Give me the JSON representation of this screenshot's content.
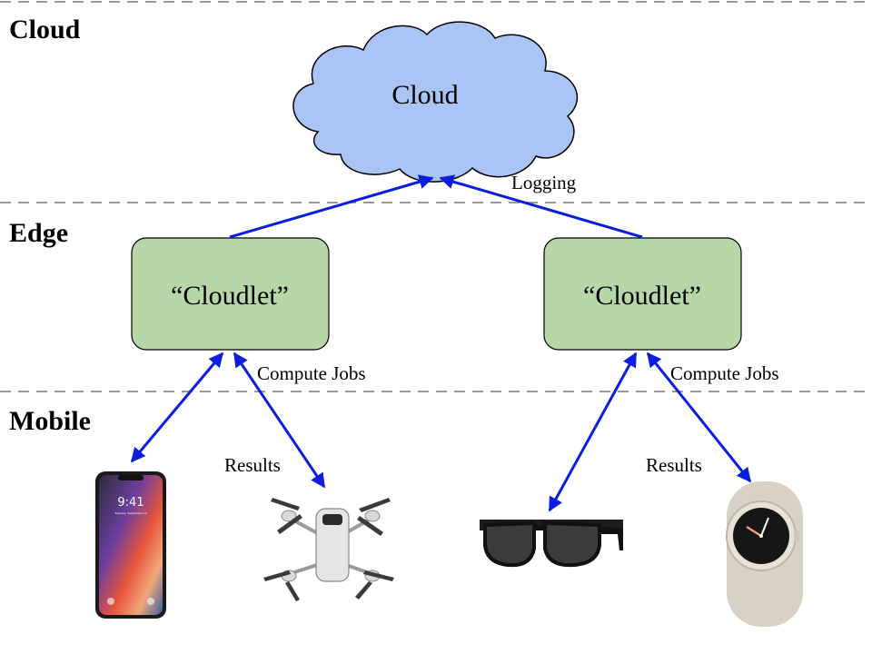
{
  "tiers": {
    "cloud": "Cloud",
    "edge": "Edge",
    "mobile": "Mobile"
  },
  "nodes": {
    "cloud": "Cloud",
    "cloudlet_left": "“Cloudlet”",
    "cloudlet_right": "“Cloudlet”"
  },
  "edges": {
    "logging": "Logging",
    "compute_jobs_left": "Compute Jobs",
    "compute_jobs_right": "Compute Jobs",
    "results_left": "Results",
    "results_right": "Results"
  },
  "devices": {
    "phone": "smartphone-icon",
    "phone_time": "9:41",
    "phone_date": "Tuesday, September 12",
    "drone": "drone-icon",
    "glasses": "smart-glasses-icon",
    "watch": "smartwatch-icon"
  },
  "colors": {
    "cloud_fill": "#a9c4f5",
    "cloudlet_fill": "#b7d7a8",
    "arrow": "#0b1ee0",
    "divider": "#9a9a9a"
  }
}
